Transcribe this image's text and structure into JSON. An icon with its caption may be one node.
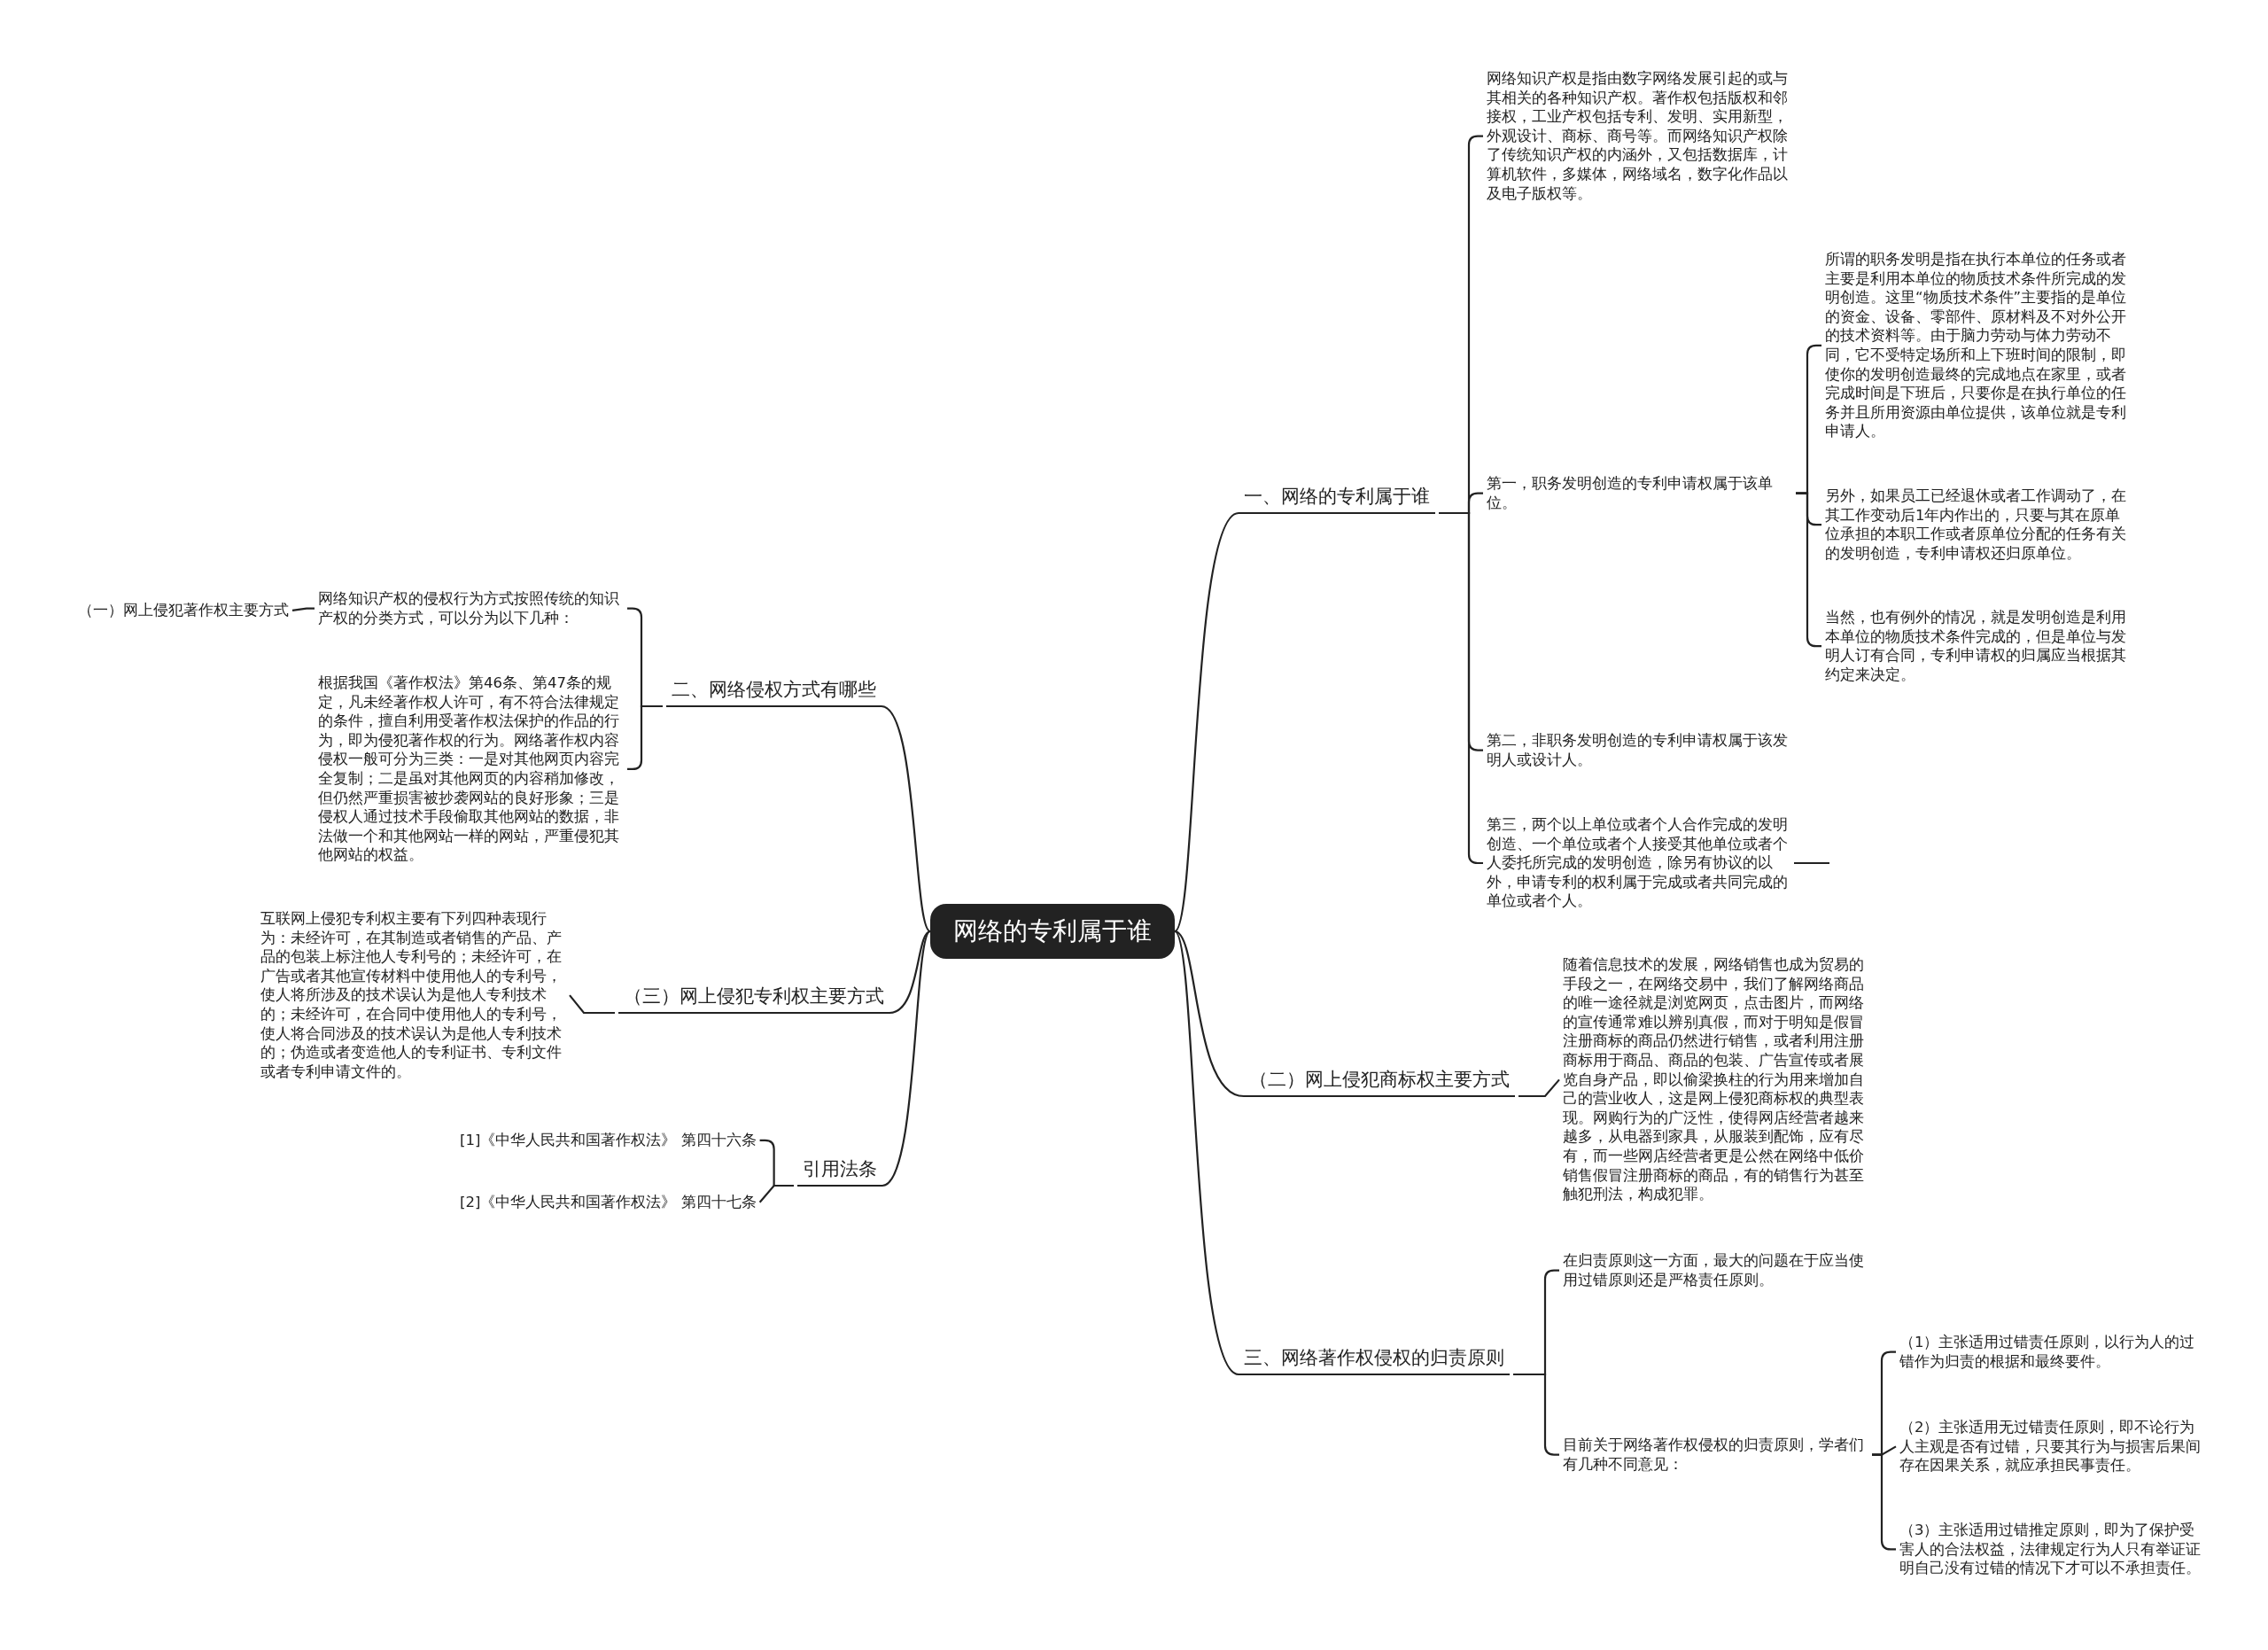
{
  "diagram": {
    "nodes": [
      {
        "text": [
          "网络的专利属于谁"
        ]
      },
      {
        "text": [
          "一、网络的专利属于谁"
        ]
      },
      {
        "text": [
          "网络知识产权是指由数字网络发展引起的或与其相关的各种知识产权。著作权包括版权和邻接权，工业产权包括专利、发明、实用新型，外观设计、商标、商号等。而网络知识产权除了传统知识产权的内涵外，又包括数据库，计算机软件，多媒体，网络域名，数字化作品以及电子版权等。"
        ]
      },
      {
        "text": [
          "第一，职务发明创造的专利申请权属于该单位。"
        ]
      },
      {
        "text": [
          "所谓的职务发明是指在执行本单位的任务或者主要是利用本单位的物质技术条件所完成的发明创造。这里“物质技术条件”主要指的是单位的资金、设备、零部件、原材料及不对外公开的技术资料等。由于脑力劳动与体力劳动不同，它不受特定场所和上下班时间的限制，即使你的发明创造最终的完成地点在家里，或者完成时间是下班后，只要你是在执行单位的任务并且所用资源由单位提供，该单位就是专利申请人。"
        ]
      },
      {
        "text": [
          "另外，如果员工已经退休或者工作调动了，在其工作变动后1年内作出的，只要与其在原单位承担的本职工作或者原单位分配的任务有关的发明创造，专利申请权还归原单位。"
        ]
      },
      {
        "text": [
          "当然，也有例外的情况，就是发明创造是利用本单位的物质技术条件完成的，但是单位与发明人订有合同，专利申请权的归属应当根据其约定来决定。"
        ]
      },
      {
        "text": [
          "第二，非职务发明创造的专利申请权属于该发明人或设计人。"
        ]
      },
      {
        "text": [
          "第三，两个以上单位或者个人合作完成的发明创造、一个单位或者个人接受其他单位或者个人委托所完成的发明创造，除另有协议的以外，申请专利的权利属于完成或者共同完成的单位或者个人。"
        ]
      },
      {
        "text": [
          "（二）网上侵犯商标权主要方式"
        ]
      },
      {
        "text": [
          "随着信息技术的发展，网络销售也成为贸易的手段之一，在网络交易中，我们了解网络商品的唯一途径就是浏览网页，点击图片，而网络的宣传通常难以辨别真假，而对于明知是假冒注册商标的商品仍然进行销售，或者利用注册商标用于商品、商品的包装、广告宣传或者展览自身产品，即以偷梁换柱的行为用来增加自己的营业收人，这是网上侵犯商标权的典型表现。网购行为的广泛性，使得网店经营者越来越多，从电器到家具，从服装到配饰，应有尽有，而一些网店经营者更是公然在网络中低价销售假冒注册商标的商品，有的销售行为甚至触犯刑法，构成犯罪。"
        ]
      },
      {
        "text": [
          "三、网络著作权侵权的归责原则"
        ]
      },
      {
        "text": [
          "在归责原则这一方面，最大的问题在于应当使用过错原则还是严格责任原则。"
        ]
      },
      {
        "text": [
          "目前关于网络著作权侵权的归责原则，学者们有几种不同意见："
        ]
      },
      {
        "text": [
          "（1）主张适用过错责任原则，以行为人的过错作为归责的根据和最终要件。"
        ]
      },
      {
        "text": [
          "（2）主张适用无过错责任原则，即不论行为人主观是否有过错，只要其行为与损害后果间存在因果关系，就应承担民事责任。"
        ]
      },
      {
        "text": [
          "（3）主张适用过错推定原则，即为了保护受害人的合法权益，法律规定行为人只有举证证明自己没有过错的情况下才可以不承担责任。"
        ]
      },
      {
        "text": [
          "二、网络侵权方式有哪些"
        ]
      },
      {
        "text": [
          "网络知识产权的侵权行为方式按照传统的知识产权的分类方式，可以分为以下几种："
        ]
      },
      {
        "text": [
          "（一）网上侵犯著作权主要方式"
        ]
      },
      {
        "text": [
          "根据我国《著作权法》第46条、第47条的规定，凡未经著作权人许可，有不符合法律规定的条件，擅自利用受著作权法保护的作品的行为，即为侵犯著作权的行为。网络著作权内容侵权一般可分为三类：一是对其他网页内容完全复制；二是虽对其他网页的内容稍加修改，但仍然严重损害被抄袭网站的良好形象；三是侵权人通过技术手段偷取其他网站的数据，非法做一个和其他网站一样的网站，严重侵犯其他网站的权益。"
        ]
      },
      {
        "text": [
          "（三）网上侵犯专利权主要方式"
        ]
      },
      {
        "text": [
          "互联网上侵犯专利权主要有下列四种表现行为：未经许可，在其制造或者销售的产品、产品的包装上标注他人专利号的；未经许可，在广告或者其他宣传材料中使用他人的专利号，使人将所涉及的技术误认为是他人专利技术的；未经许可，在合同中使用他人的专利号，使人将合同涉及的技术误认为是他人专利技术的；伪造或者变造他人的专利证书、专利文件或者专利申请文件的。"
        ]
      },
      {
        "text": [
          "引用法条"
        ]
      },
      {
        "text": [
          "[1]《中华人民共和国著作权法》 第四十六条"
        ]
      },
      {
        "text": [
          "[2]《中华人民共和国著作权法》 第四十七条"
        ]
      }
    ],
    "edges": [
      {
        "from": 0,
        "to": 1,
        "arrow": "none"
      },
      {
        "from": 1,
        "to": 2,
        "arrow": "none"
      },
      {
        "from": 1,
        "to": 3,
        "arrow": "none"
      },
      {
        "from": 3,
        "to": 4,
        "arrow": "none"
      },
      {
        "from": 3,
        "to": 5,
        "arrow": "none"
      },
      {
        "from": 3,
        "to": 6,
        "arrow": "none"
      },
      {
        "from": 1,
        "to": 7,
        "arrow": "none"
      },
      {
        "from": 1,
        "to": 8,
        "arrow": "none"
      },
      {
        "from": 8,
        "to": null,
        "arrow": "none"
      },
      {
        "from": 0,
        "to": 9,
        "arrow": "none"
      },
      {
        "from": 9,
        "to": 10,
        "arrow": "none"
      },
      {
        "from": 0,
        "to": 11,
        "arrow": "none"
      },
      {
        "from": 11,
        "to": 12,
        "arrow": "none"
      },
      {
        "from": 11,
        "to": 13,
        "arrow": "none"
      },
      {
        "from": 13,
        "to": 14,
        "arrow": "none"
      },
      {
        "from": 13,
        "to": 15,
        "arrow": "none"
      },
      {
        "from": 13,
        "to": 16,
        "arrow": "none"
      },
      {
        "from": 0,
        "to": 17,
        "arrow": "none"
      },
      {
        "from": 17,
        "to": 18,
        "arrow": "none"
      },
      {
        "from": 18,
        "to": 19,
        "arrow": "none"
      },
      {
        "from": 17,
        "to": 20,
        "arrow": "none"
      },
      {
        "from": 0,
        "to": 21,
        "arrow": "none"
      },
      {
        "from": 21,
        "to": 22,
        "arrow": "none"
      },
      {
        "from": 0,
        "to": 23,
        "arrow": "none"
      },
      {
        "from": 23,
        "to": 24,
        "arrow": "none"
      },
      {
        "from": 23,
        "to": 25,
        "arrow": "none"
      }
    ]
  }
}
